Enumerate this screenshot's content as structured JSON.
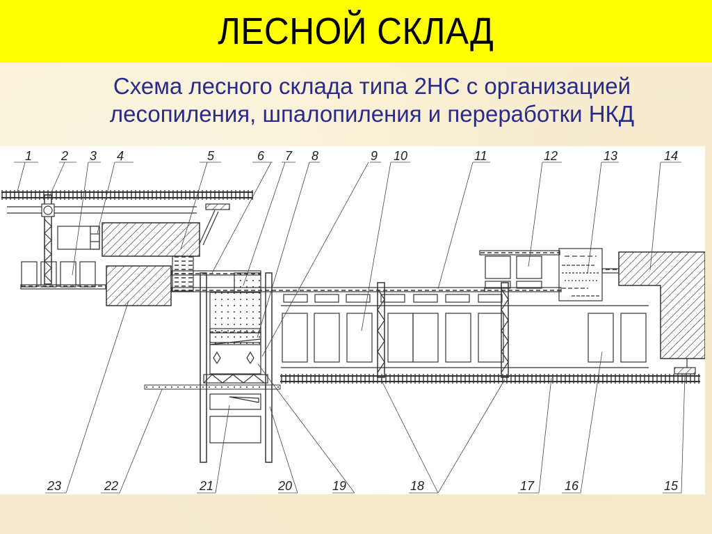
{
  "slide": {
    "title": "ЛЕСНОЙ СКЛАД",
    "subtitle_line1": "Схема лесного склада типа 2НС с организацией",
    "subtitle_line2": "лесопиления, шпалопиления и переработки НКД"
  },
  "colors": {
    "header_bg": "#ffff00",
    "title_text": "#000000",
    "subtitle_text": "#2a2a8c",
    "slide_bg": "#f7ecd0",
    "diagram_bg": "#ffffff",
    "line": "#333333"
  },
  "diagram": {
    "top_callouts": [
      "1",
      "2",
      "3",
      "4",
      "5",
      "6",
      "7",
      "8",
      "9",
      "10",
      "11",
      "12",
      "13",
      "14"
    ],
    "bottom_callouts": [
      "23",
      "22",
      "21",
      "20",
      "19",
      "18",
      "17",
      "16",
      "15"
    ]
  }
}
